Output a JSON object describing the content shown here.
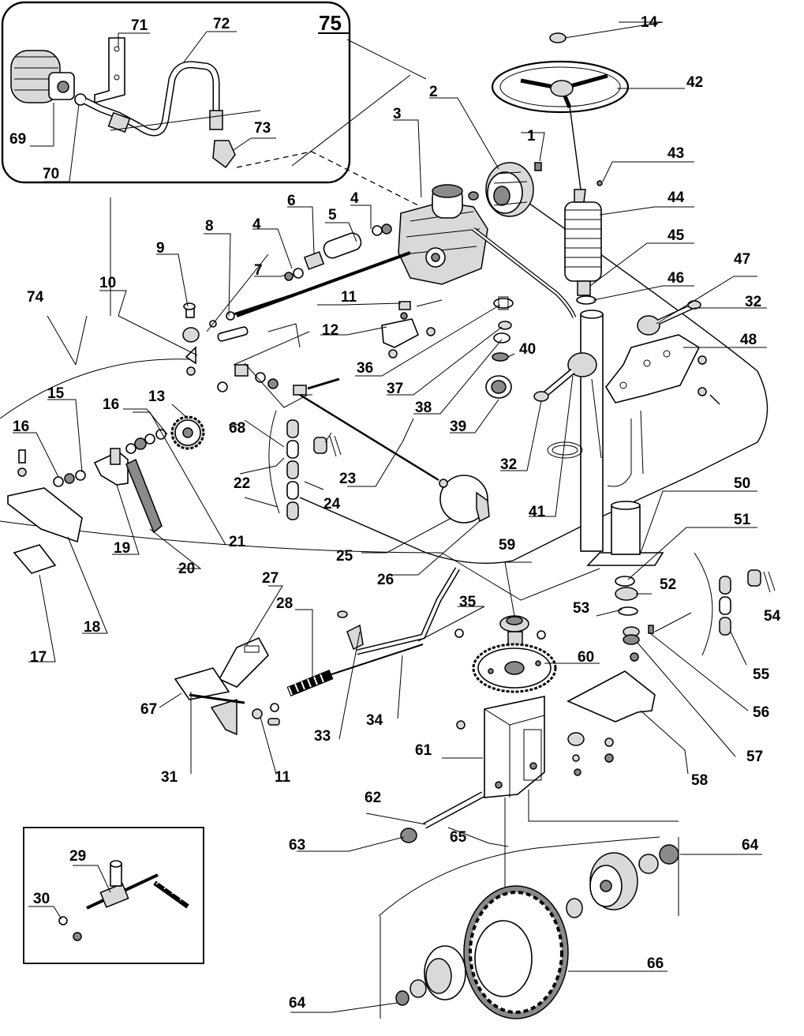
{
  "labels": [
    {
      "id": "1",
      "text": "1"
    },
    {
      "id": "2",
      "text": "2"
    },
    {
      "id": "3",
      "text": "3"
    },
    {
      "id": "4a",
      "text": "4"
    },
    {
      "id": "4b",
      "text": "4"
    },
    {
      "id": "5",
      "text": "5"
    },
    {
      "id": "6",
      "text": "6"
    },
    {
      "id": "7",
      "text": "7"
    },
    {
      "id": "8",
      "text": "8"
    },
    {
      "id": "9",
      "text": "9"
    },
    {
      "id": "10",
      "text": "10"
    },
    {
      "id": "11a",
      "text": "11"
    },
    {
      "id": "11b",
      "text": "11"
    },
    {
      "id": "12",
      "text": "12"
    },
    {
      "id": "13",
      "text": "13"
    },
    {
      "id": "14",
      "text": "14"
    },
    {
      "id": "15",
      "text": "15"
    },
    {
      "id": "16a",
      "text": "16"
    },
    {
      "id": "16b",
      "text": "16"
    },
    {
      "id": "17",
      "text": "17"
    },
    {
      "id": "18",
      "text": "18"
    },
    {
      "id": "19",
      "text": "19"
    },
    {
      "id": "20",
      "text": "20"
    },
    {
      "id": "21",
      "text": "21"
    },
    {
      "id": "22",
      "text": "22"
    },
    {
      "id": "23",
      "text": "23"
    },
    {
      "id": "24",
      "text": "24"
    },
    {
      "id": "25",
      "text": "25"
    },
    {
      "id": "26",
      "text": "26"
    },
    {
      "id": "27",
      "text": "27"
    },
    {
      "id": "28",
      "text": "28"
    },
    {
      "id": "29",
      "text": "29"
    },
    {
      "id": "30",
      "text": "30"
    },
    {
      "id": "31",
      "text": "31"
    },
    {
      "id": "32a",
      "text": "32"
    },
    {
      "id": "32b",
      "text": "32"
    },
    {
      "id": "33",
      "text": "33"
    },
    {
      "id": "34",
      "text": "34"
    },
    {
      "id": "35",
      "text": "35"
    },
    {
      "id": "36",
      "text": "36"
    },
    {
      "id": "37",
      "text": "37"
    },
    {
      "id": "38",
      "text": "38"
    },
    {
      "id": "39",
      "text": "39"
    },
    {
      "id": "40",
      "text": "40"
    },
    {
      "id": "41",
      "text": "41"
    },
    {
      "id": "42",
      "text": "42"
    },
    {
      "id": "43",
      "text": "43"
    },
    {
      "id": "44",
      "text": "44"
    },
    {
      "id": "45",
      "text": "45"
    },
    {
      "id": "46",
      "text": "46"
    },
    {
      "id": "47",
      "text": "47"
    },
    {
      "id": "48",
      "text": "48"
    },
    {
      "id": "50",
      "text": "50"
    },
    {
      "id": "51",
      "text": "51"
    },
    {
      "id": "52",
      "text": "52"
    },
    {
      "id": "53",
      "text": "53"
    },
    {
      "id": "54",
      "text": "54"
    },
    {
      "id": "55",
      "text": "55"
    },
    {
      "id": "56",
      "text": "56"
    },
    {
      "id": "57",
      "text": "57"
    },
    {
      "id": "58",
      "text": "58"
    },
    {
      "id": "59",
      "text": "59"
    },
    {
      "id": "60",
      "text": "60"
    },
    {
      "id": "61",
      "text": "61"
    },
    {
      "id": "62",
      "text": "62"
    },
    {
      "id": "63",
      "text": "63"
    },
    {
      "id": "64a",
      "text": "64"
    },
    {
      "id": "64b",
      "text": "64"
    },
    {
      "id": "65",
      "text": "65"
    },
    {
      "id": "66",
      "text": "66"
    },
    {
      "id": "67",
      "text": "67"
    },
    {
      "id": "68",
      "text": "68"
    },
    {
      "id": "69",
      "text": "69"
    },
    {
      "id": "70",
      "text": "70"
    },
    {
      "id": "71",
      "text": "71"
    },
    {
      "id": "72",
      "text": "72"
    },
    {
      "id": "73",
      "text": "73"
    },
    {
      "id": "74",
      "text": "74"
    },
    {
      "id": "75",
      "text": "75"
    }
  ]
}
